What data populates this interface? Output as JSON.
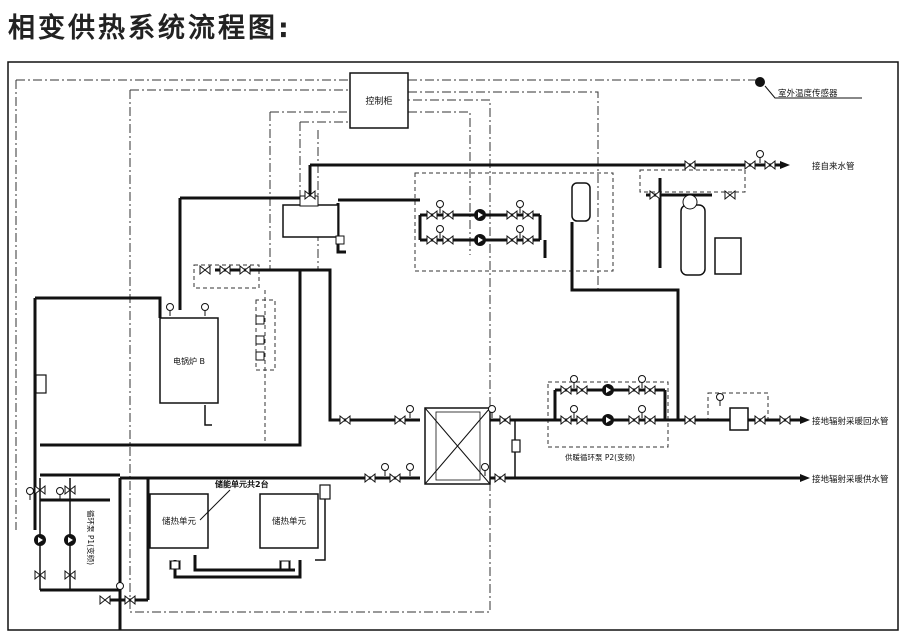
{
  "title": "相变供热系统流程图:",
  "labels": {
    "control_cabinet": "控制柜",
    "outdoor_sensor": "室外温度传感器",
    "tap_water": "接自来水管",
    "return_pipe": "接地辐射采暖回水管",
    "supply_pipe": "接地辐射采暖供水管",
    "boiler": "电锅炉 B",
    "storage_unit_1": "储热单元",
    "storage_unit_2": "储热单元",
    "storage_group": "储能单元共2台",
    "pump_p1": "循环泵 P1(变频)",
    "pump_p2": "供暖循环泵 P2(变频)"
  },
  "colors": {
    "line": "#111111",
    "background": "#ffffff"
  }
}
